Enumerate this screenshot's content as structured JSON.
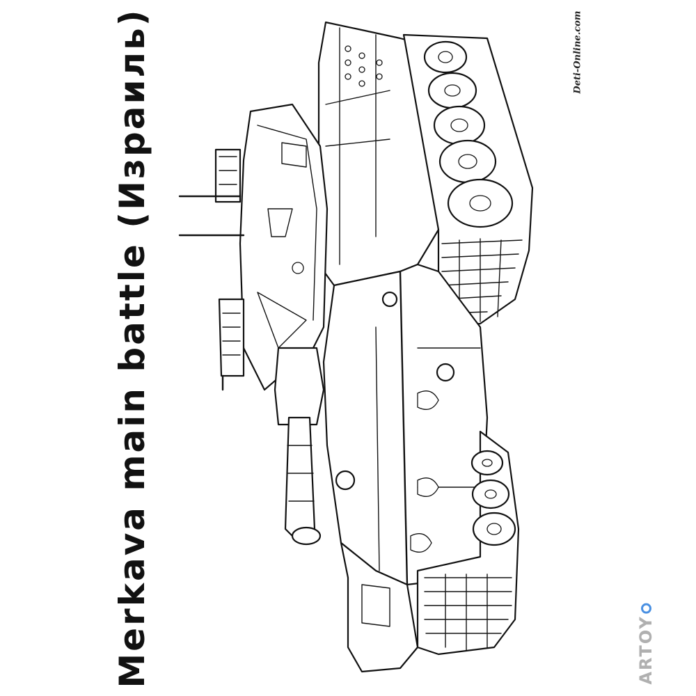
{
  "title": "Merkava main battle (Израиль)",
  "site_mark": "Deti-Online.com",
  "brand": {
    "text": "ARTOY",
    "color": "#b0b0b0",
    "accent": "#4a90e2"
  },
  "colors": {
    "background": "#ffffff",
    "line_art": "#111111"
  }
}
